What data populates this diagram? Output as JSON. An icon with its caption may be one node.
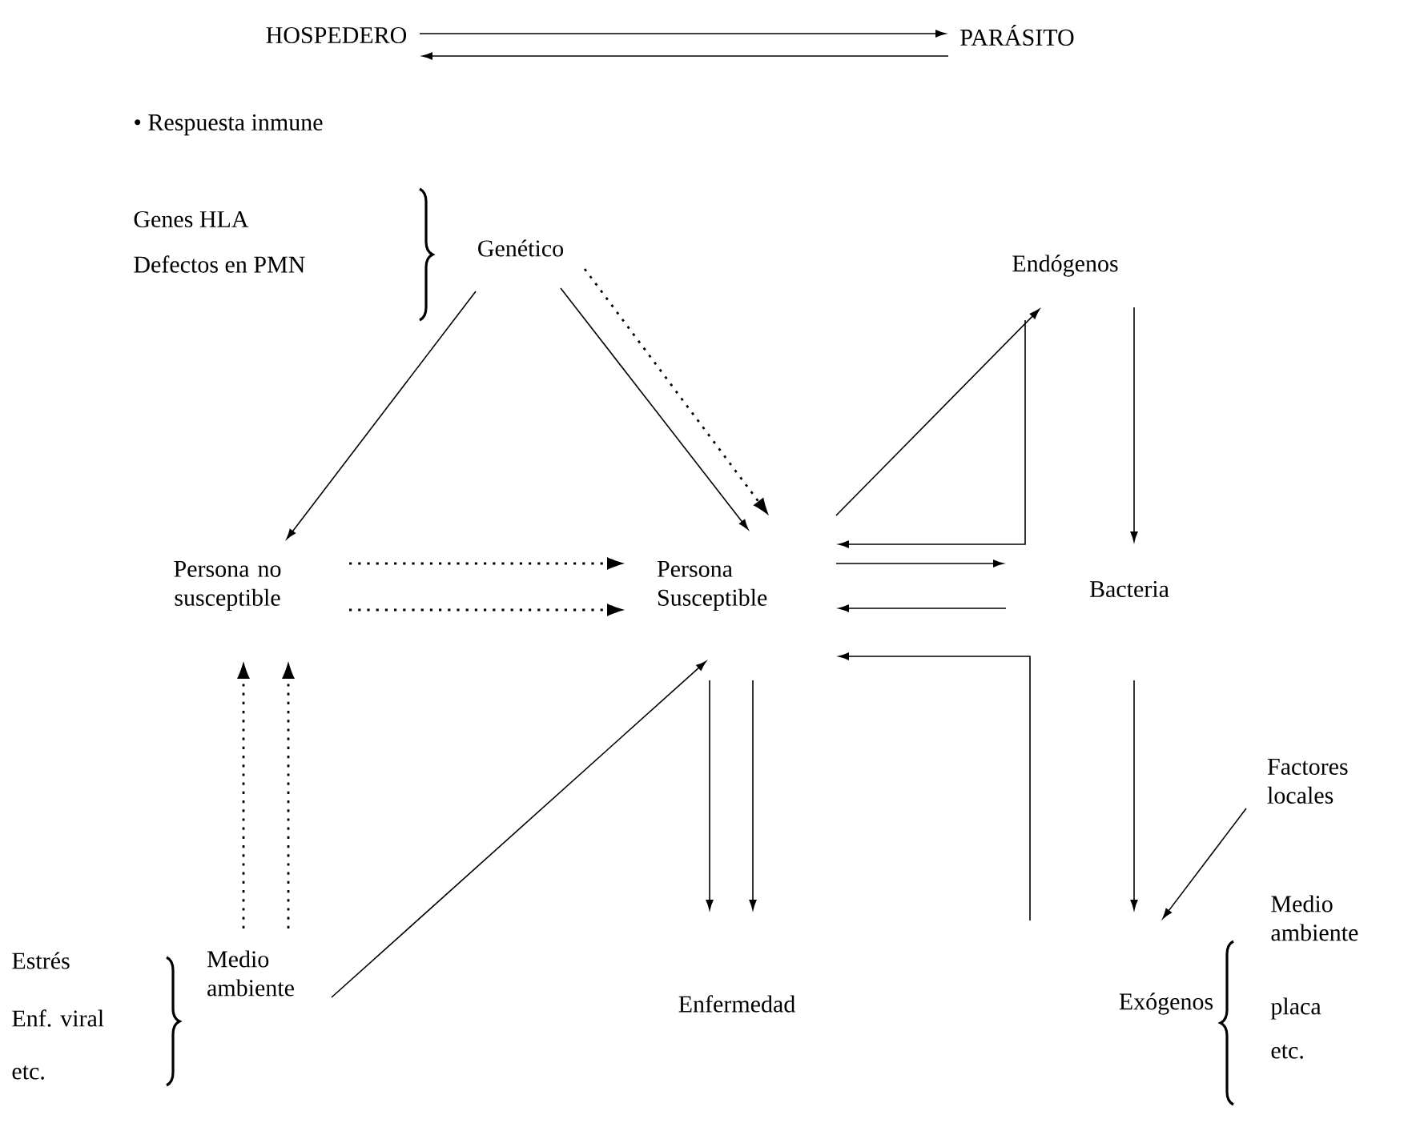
{
  "diagram": {
    "nodes": [
      {
        "text": [
          "HOSPEDERO"
        ]
      },
      {
        "text": [
          "PARÁSITO"
        ]
      },
      {
        "text": [
          "Genético"
        ]
      },
      {
        "text": [
          "Endógenos"
        ]
      },
      {
        "text": [
          "Persona no susceptible"
        ]
      },
      {
        "text": [
          "Persona Susceptible"
        ]
      },
      {
        "text": [
          "Bacteria"
        ]
      },
      {
        "text": [
          "Medio ambiente"
        ]
      },
      {
        "text": [
          "Enfermedad"
        ]
      },
      {
        "text": [
          "Factores locales"
        ]
      },
      {
        "text": [
          "Exógenos"
        ]
      }
    ],
    "edges": [
      {
        "from": 0,
        "to": 1,
        "arrow": "to"
      },
      {
        "from": 1,
        "to": 0,
        "arrow": "to"
      },
      {
        "from": 2,
        "to": 4,
        "arrow": "to"
      },
      {
        "from": 2,
        "to": 5,
        "arrow": "to"
      },
      {
        "from": 2,
        "to": 5,
        "arrow": "to",
        "style": "dashed"
      },
      {
        "from": 5,
        "to": 3,
        "arrow": "to"
      },
      {
        "from": 3,
        "to": 5,
        "arrow": "to"
      },
      {
        "from": 3,
        "to": 6,
        "arrow": "to"
      },
      {
        "from": 5,
        "to": 6,
        "arrow": "to"
      },
      {
        "from": 6,
        "to": 5,
        "arrow": "to"
      },
      {
        "from": 10,
        "to": 5,
        "arrow": "to"
      },
      {
        "from": 6,
        "to": 10,
        "arrow": "to"
      },
      {
        "from": 5,
        "to": 8,
        "arrow": "to"
      },
      {
        "from": 5,
        "to": 8,
        "arrow": "to"
      },
      {
        "from": 4,
        "to": 5,
        "arrow": "to",
        "style": "dashed"
      },
      {
        "from": 4,
        "to": 5,
        "arrow": "to",
        "style": "dashed"
      },
      {
        "from": 7,
        "to": 4,
        "arrow": "to",
        "style": "dashed"
      },
      {
        "from": 7,
        "to": 4,
        "arrow": "to",
        "style": "dashed"
      },
      {
        "from": 7,
        "to": 5,
        "arrow": "to"
      },
      {
        "from": 9,
        "to": 10,
        "arrow": "to"
      }
    ],
    "labels": [
      "• Respuesta inmune",
      "Genes HLA",
      "Defectos en PMN",
      "Estrés",
      "Enf. viral",
      "etc.",
      "Medio ambiente",
      "placa",
      "etc."
    ]
  }
}
